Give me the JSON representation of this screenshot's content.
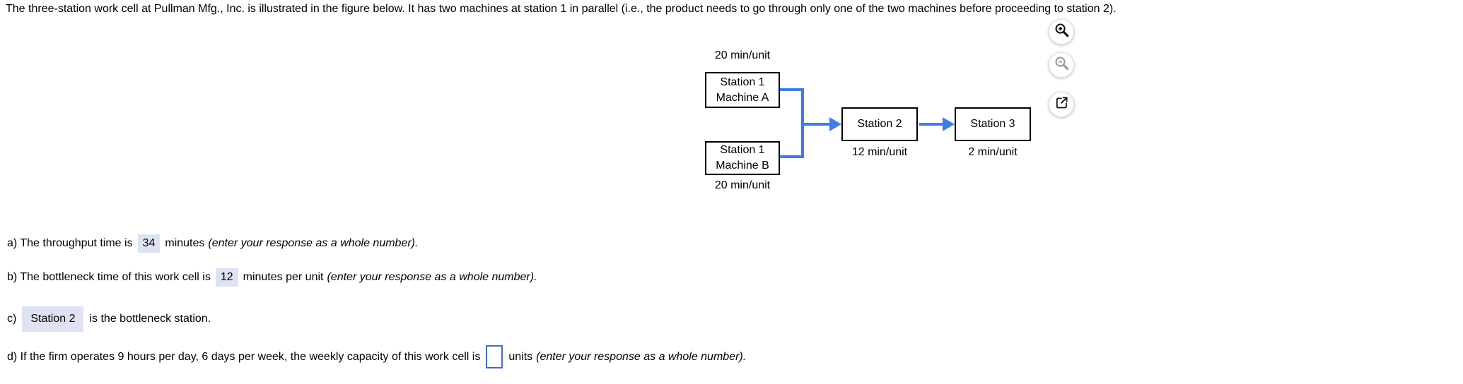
{
  "intro": "The three-station work cell at Pullman Mfg., Inc. is illustrated in the figure below. It has two machines at station 1 in parallel (i.e., the product needs to go through only one of the two machines before proceeding to station 2).",
  "diagram": {
    "machine_a": {
      "line1": "Station 1",
      "line2": "Machine A",
      "rate": "20 min/unit"
    },
    "machine_b": {
      "line1": "Station 1",
      "line2": "Machine B",
      "rate": "20 min/unit"
    },
    "station2": {
      "label": "Station 2",
      "rate": "12 min/unit"
    },
    "station3": {
      "label": "Station 3",
      "rate": "2 min/unit"
    }
  },
  "toolbar": {
    "icons": [
      "zoom-in-icon",
      "zoom-out-icon",
      "open-in-new-window-icon"
    ]
  },
  "questions": {
    "a": {
      "prefix": "a) The throughput time is",
      "answer": "34",
      "middle": "minutes",
      "note": "(enter your response as a whole number)."
    },
    "b": {
      "prefix": "b) The bottleneck time of this work cell is",
      "answer": "12",
      "middle": "minutes per unit",
      "note": "(enter your response as a whole number)."
    },
    "c": {
      "prefix": "c)",
      "answer": "Station 2",
      "suffix": "is the bottleneck station."
    },
    "d": {
      "prefix": "d) If the firm operates 9 hours per day, 6 days per week, the weekly capacity of this work cell is",
      "answer": "",
      "middle": "units",
      "note": "(enter your response as a whole number)."
    }
  },
  "colors": {
    "arrow_blue": "#3d7de4",
    "answer_highlight": "#dde3f2",
    "input_border": "#3d6cc8"
  }
}
